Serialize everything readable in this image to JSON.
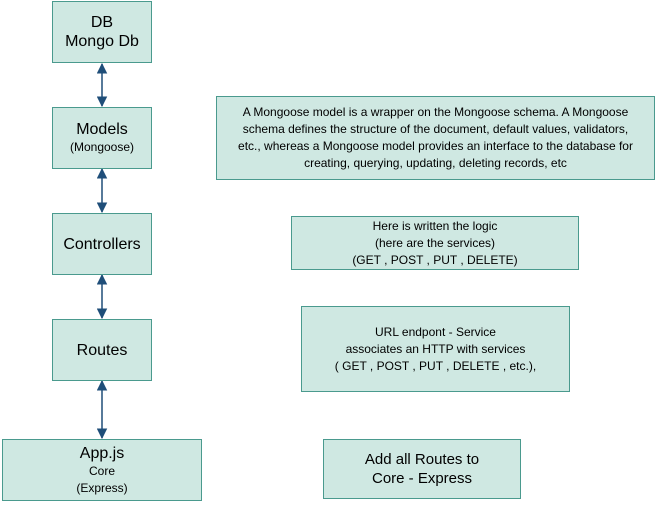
{
  "layers": {
    "db": {
      "line1": "DB",
      "line2": "Mongo Db"
    },
    "models": {
      "title": "Models",
      "sub": "(Mongoose)"
    },
    "controllers": {
      "title": "Controllers"
    },
    "routes": {
      "title": "Routes"
    },
    "app": {
      "title": "App.js",
      "sub1": "Core",
      "sub2": "(Express)"
    }
  },
  "notes": {
    "models": [
      "A Mongoose model is a wrapper on the Mongoose schema. A Mongoose",
      "schema defines the structure of the document, default values, validators,",
      "etc., whereas a Mongoose model provides an interface to the database for",
      "creating, querying, updating, deleting records, etc"
    ],
    "controllers": [
      "Here is written the logic",
      "(here are the services)",
      "(GET , POST , PUT , DELETE)"
    ],
    "routes": [
      "URL endpont - Service",
      "associates an HTTP with services",
      "( GET , POST , PUT , DELETE , etc.),"
    ],
    "app": [
      "Add all Routes to",
      "Core - Express"
    ]
  },
  "colors": {
    "box_fill": "#cfe8e2",
    "box_border": "#4a9a8e",
    "connector": "#1f4e79"
  }
}
